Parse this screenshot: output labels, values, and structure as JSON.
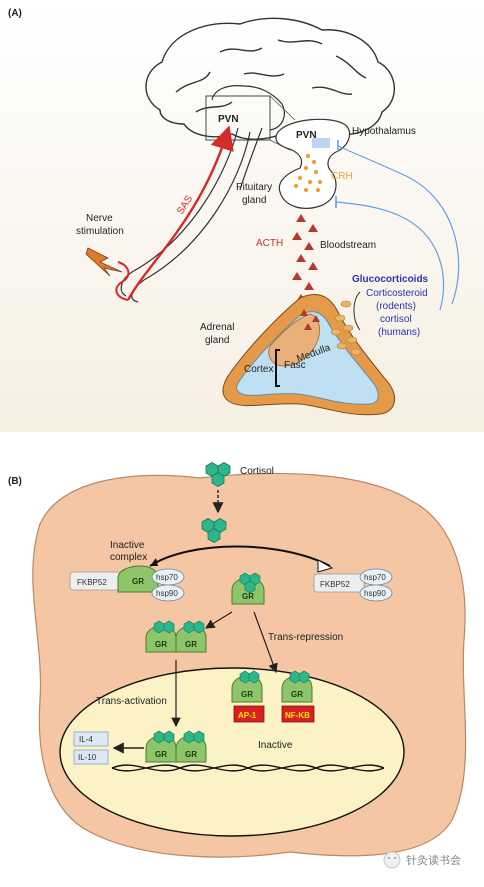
{
  "panel_a": {
    "label": "(A)",
    "pvn_brain": "PVN",
    "pvn_hypo": "PVN",
    "hypothalamus": "Hypothalamus",
    "crh": "CRH",
    "pituitary_line1": "Pituitary",
    "pituitary_line2": "gland",
    "sas": "SAS",
    "nerve_line1": "Nerve",
    "nerve_line2": "stimulation",
    "acth": "ACTH",
    "bloodstream": "Bloodstream",
    "glucocorticoids": "Glucocorticoids",
    "corticosteroid": "Corticosteroid",
    "rodents": "(rodents)",
    "cortisol_h": "cortisol",
    "humans": "(humans)",
    "adrenal_line1": "Adrenal",
    "adrenal_line2": "gland",
    "medulla": "Medulla",
    "cortex": "Cortex",
    "fasc": "Fasc"
  },
  "panel_b": {
    "label": "(B)",
    "cortisol": "Cortisol",
    "inactive_line1": "Inactive",
    "inactive_line2": "complex",
    "fkbp52_left": "FKBP52",
    "gr_complex": "GR",
    "hsp70_left": "hsp70",
    "hsp90_left": "hsp90",
    "gr_free": "GR",
    "fkbp52_right": "FKBP52",
    "hsp70_right": "hsp70",
    "hsp90_right": "hsp90",
    "gr_dimer_1": "GR",
    "gr_dimer_2": "GR",
    "trans_repression": "Trans-repression",
    "trans_activation": "Trans-activation",
    "gr_ap1": "GR",
    "ap1": "AP-1",
    "gr_nfkb": "GR",
    "nfkb": "NF-KB",
    "il4": "IL-4",
    "il10": "IL-10",
    "gr_nuc_1": "GR",
    "gr_nuc_2": "GR",
    "inactive": "Inactive"
  },
  "watermark": "针灸读书会",
  "colors": {
    "red_nerve": "#d42a2a",
    "crh_orange": "#e8a33a",
    "acth_red": "#b23a2a",
    "glucocorticoid_blue": "#2a33b0",
    "feedback_blue": "#6a9ee0",
    "adrenal_orange": "#e59a4a",
    "adrenal_blue": "#bfe0f2",
    "cell_fill": "#f4c6a4",
    "nucleus_fill": "#fbf3c6",
    "gr_green": "#8fc56a",
    "cortisol_teal": "#2fb58a",
    "ap1_red": "#d82020"
  }
}
